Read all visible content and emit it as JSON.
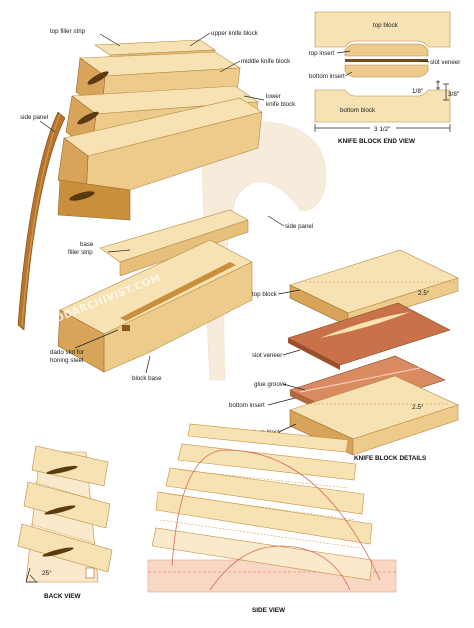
{
  "labels": {
    "top_filler_strip": "top filler strip",
    "upper_knife_block": "upper knife block",
    "middle_knife_block": "middle knife block",
    "lower_knife_block_1": "lower",
    "lower_knife_block_2": "knife block",
    "side_panel_left": "side panel",
    "side_panel_right": "side panel",
    "base_filler_strip_1": "base",
    "base_filler_strip_2": "filler strip",
    "dado_slot_1": "dado slot for",
    "dado_slot_2": "honing steel",
    "block_base": "block base"
  },
  "end_view": {
    "title": "KNIFE BLOCK END VIEW",
    "top_block": "top block",
    "top_insert": "top insert",
    "slot_veneer": "slot veneer",
    "bottom_insert": "bottom insert",
    "bottom_block": "bottom block",
    "dim_width": "3 1/2\"",
    "dim_small": "1/8\"",
    "dim_insert": "3/8\""
  },
  "details": {
    "title": "KNIFE BLOCK DETAILS",
    "top_block": "top block",
    "slot_veneer": "slot veneer",
    "glue_groove": "glue groove",
    "bottom_insert": "bottom insert",
    "bottom_block": "bottom block",
    "angle_top": "2.5°",
    "angle_bottom": "2.5°"
  },
  "back_view": {
    "title": "BACK VIEW",
    "angle": "25°"
  },
  "side_view": {
    "title": "SIDE VIEW"
  },
  "watermark": "WOODARCHIVIST.COM",
  "colors": {
    "wood_light": "#f3dca6",
    "wood_mid": "#e6c07a",
    "wood_dark": "#c98f3c",
    "panel_brown": "#b8742a",
    "veneer": "#c9714a",
    "ghost_panel": "#f2dcc0",
    "pink_base": "#f8d7c4",
    "slot_red": "#d96a5a"
  }
}
